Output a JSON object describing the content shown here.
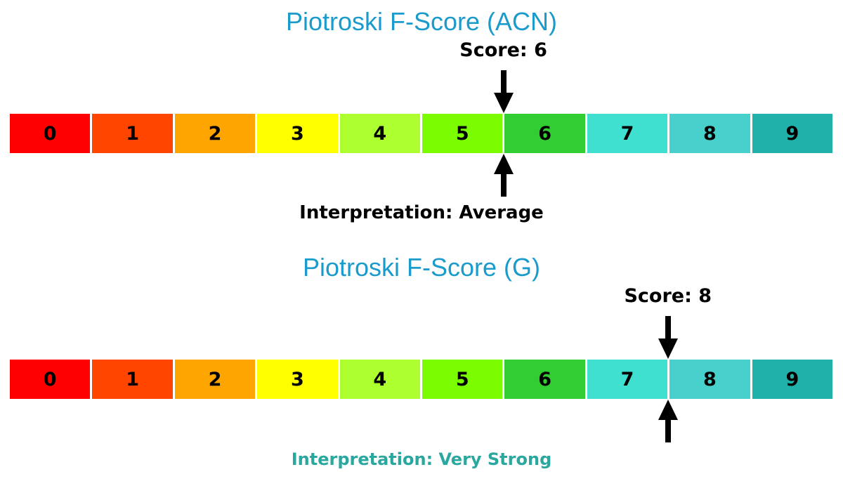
{
  "style": {
    "background": "#FFFFFF",
    "title_color": "#1A9BCB"
  },
  "scale": {
    "labels": [
      "0",
      "1",
      "2",
      "3",
      "4",
      "5",
      "6",
      "7",
      "8",
      "9"
    ],
    "colors": [
      "#FF0000",
      "#FF4500",
      "#FFA500",
      "#FFFF00",
      "#ADFF2F",
      "#7CFC00",
      "#32CD32",
      "#40E0D0",
      "#48D1CC",
      "#20B2AA"
    ]
  },
  "charts": [
    {
      "title": "Piotroski F-Score (ACN)",
      "score": 6,
      "score_label": "Score: 6",
      "interpretation_label": "Interpretation: Average",
      "interpretation_color": "#000000"
    },
    {
      "title": "Piotroski F-Score (G)",
      "score": 8,
      "score_label": "Score: 8",
      "interpretation_label": "Interpretation: Very Strong",
      "interpretation_color": "#2AA79E"
    }
  ],
  "chart_data": [
    {
      "type": "heatmap",
      "title": "Piotroski F-Score (ACN)",
      "categories": [
        0,
        1,
        2,
        3,
        4,
        5,
        6,
        7,
        8,
        9
      ],
      "cell_colors": [
        "#FF0000",
        "#FF4500",
        "#FFA500",
        "#FFFF00",
        "#ADFF2F",
        "#7CFC00",
        "#32CD32",
        "#40E0D0",
        "#48D1CC",
        "#20B2AA"
      ],
      "score": 6,
      "score_annotation": "Score: 6",
      "interpretation_annotation": "Interpretation: Average",
      "marker": "black arrows above and below the bar pointing at the score position",
      "xlim": [
        0,
        10
      ],
      "legend": "none",
      "grid": false
    },
    {
      "type": "heatmap",
      "title": "Piotroski F-Score (G)",
      "categories": [
        0,
        1,
        2,
        3,
        4,
        5,
        6,
        7,
        8,
        9
      ],
      "cell_colors": [
        "#FF0000",
        "#FF4500",
        "#FFA500",
        "#FFFF00",
        "#ADFF2F",
        "#7CFC00",
        "#32CD32",
        "#40E0D0",
        "#48D1CC",
        "#20B2AA"
      ],
      "score": 8,
      "score_annotation": "Score: 8",
      "interpretation_annotation": "Interpretation: Very Strong",
      "marker": "black arrows above and below the bar pointing at the score position",
      "xlim": [
        0,
        10
      ],
      "legend": "none",
      "grid": false
    }
  ]
}
